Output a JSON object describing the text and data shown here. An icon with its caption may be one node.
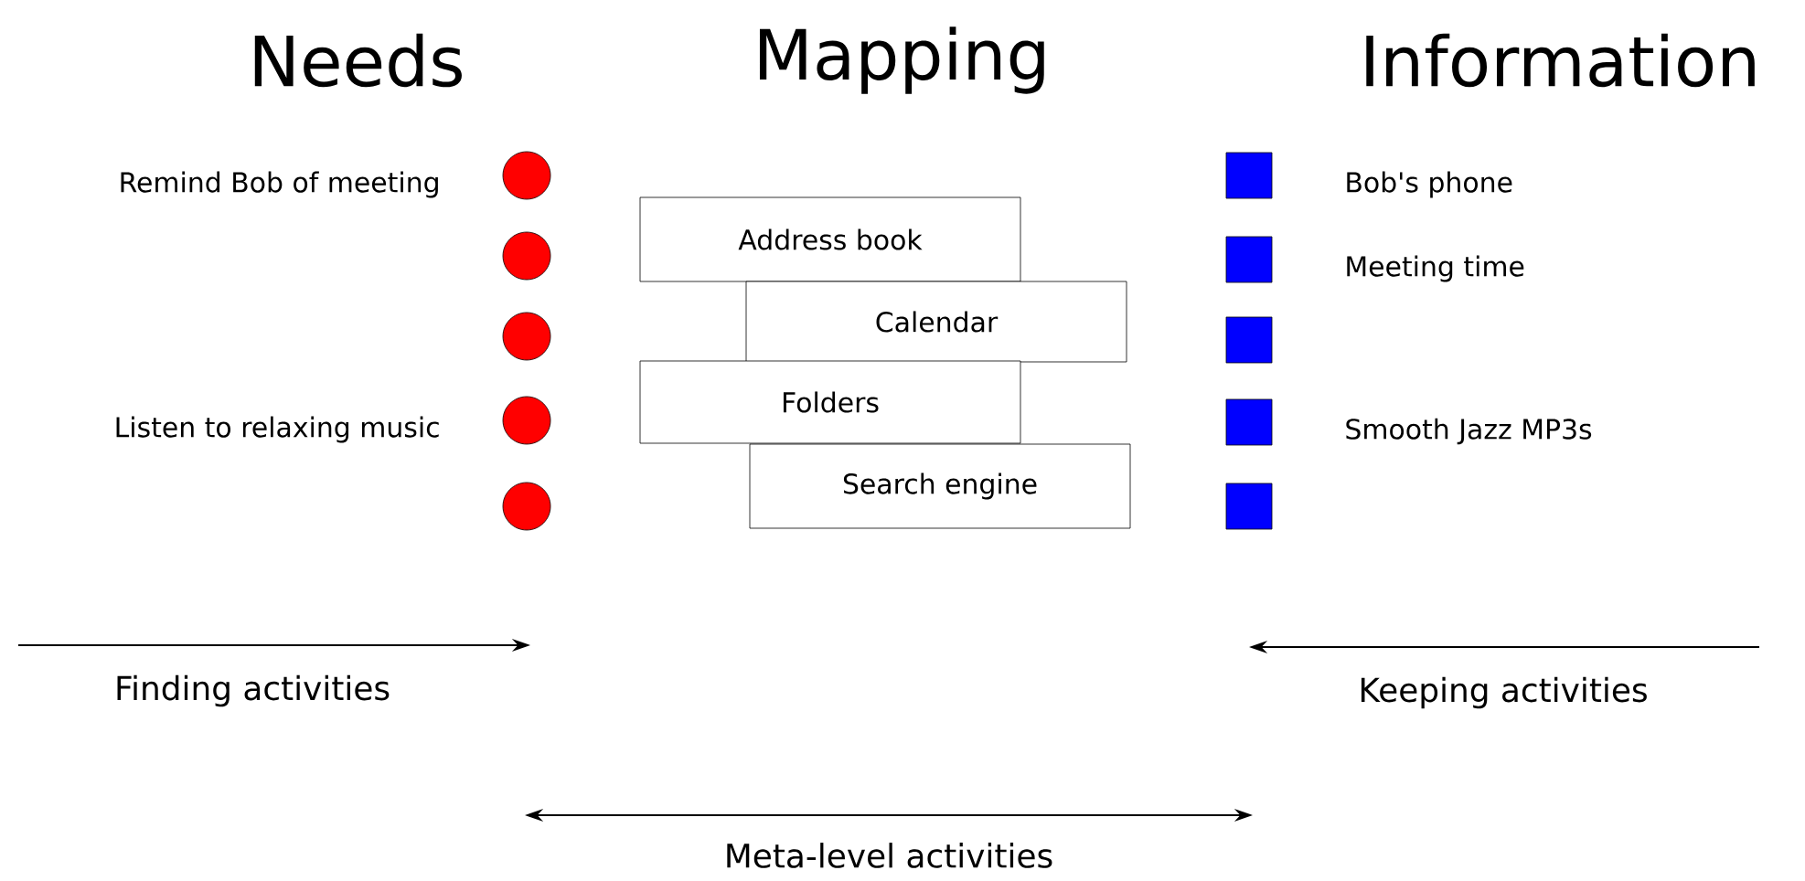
{
  "diagram": {
    "nodes": [
      {
        "text": [],
        "shape": "circle",
        "beside": [
          "Remind Bob of meeting"
        ]
      },
      {
        "text": [],
        "shape": "circle"
      },
      {
        "text": [],
        "shape": "circle"
      },
      {
        "text": [],
        "shape": "circle",
        "beside": [
          "Listen to relaxing music"
        ]
      },
      {
        "text": [],
        "shape": "circle"
      },
      {
        "text": [
          "Address book"
        ]
      },
      {
        "text": [
          "Calendar"
        ]
      },
      {
        "text": [
          "Folders"
        ]
      },
      {
        "text": [
          "Search engine"
        ]
      },
      {
        "text": [],
        "shape": "box",
        "beside": [
          "Bob's phone"
        ]
      },
      {
        "text": [],
        "shape": "box",
        "beside": [
          "Meeting time"
        ]
      },
      {
        "text": [],
        "shape": "box"
      },
      {
        "text": [],
        "shape": "box",
        "beside": [
          "Smooth Jazz MP3s"
        ]
      },
      {
        "text": [],
        "shape": "box"
      }
    ],
    "labels": [
      "Needs",
      "Mapping",
      "Information",
      "Finding activities",
      "Keeping activities",
      "Meta-level activities"
    ]
  }
}
